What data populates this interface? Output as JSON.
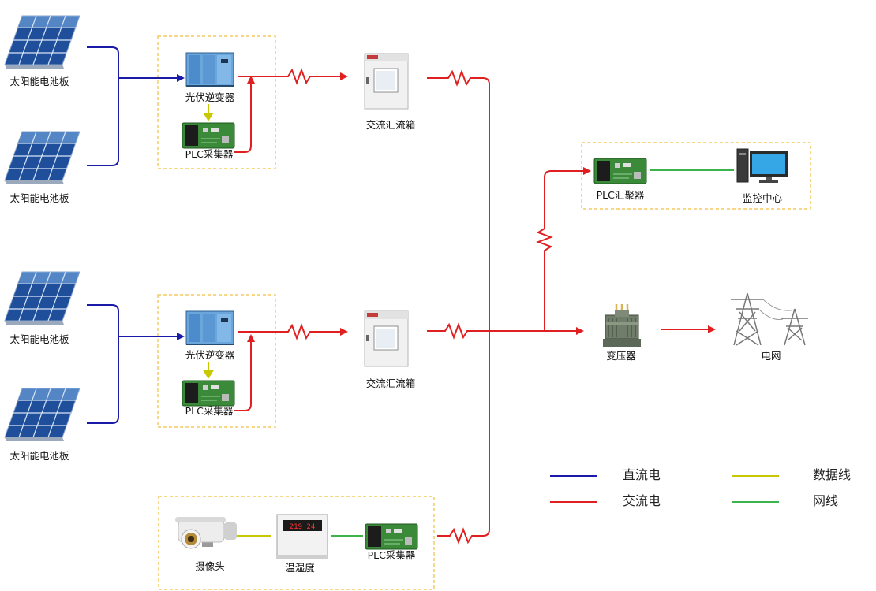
{
  "labels": {
    "solar_panel": "太阳能电池板",
    "inverter": "光伏逆变器",
    "plc_collector": "PLC采集器",
    "ac_combiner": "交流汇流箱",
    "plc_aggregator": "PLC汇聚器",
    "monitoring_center": "监控中心",
    "transformer": "变压器",
    "grid": "电网",
    "camera": "摄像头",
    "thermo_hygrometer": "温湿度"
  },
  "display": {
    "reading": "219 24"
  },
  "legend": {
    "dc": "直流电",
    "ac": "交流电",
    "data": "数据线",
    "network": "网线"
  },
  "colors": {
    "dc": "#1a1aa8",
    "ac": "#e02020",
    "data": "#c8c800",
    "network": "#3cb44b",
    "dashed_box": "#f0c040"
  }
}
